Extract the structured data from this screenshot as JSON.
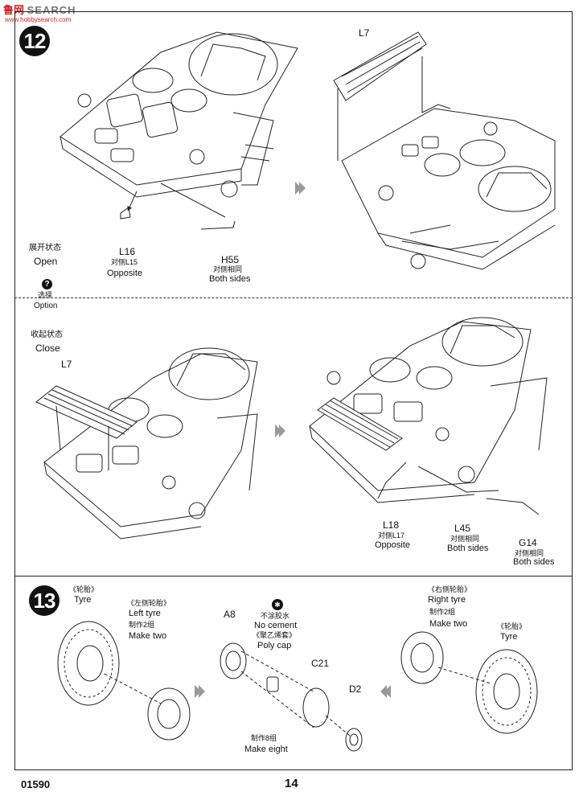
{
  "watermark": {
    "brand": "鲁网",
    "search": "SEARCH",
    "url": "www.hobbysearch.com"
  },
  "step12": {
    "number": "12",
    "open_cn": "展开状态",
    "open_en": "Open",
    "option_cn": "选择",
    "option_en": "Option",
    "close_cn": "收起状态",
    "close_en": "Close",
    "top_left": {
      "l16": "L16",
      "l16_cn": "对侧L15",
      "l16_en": "Opposite",
      "h55": "H55",
      "h55_cn": "对侧相同",
      "h55_en": "Both sides"
    },
    "top_right": {
      "l7": "L7"
    },
    "bottom_left": {
      "l7": "L7"
    },
    "bottom_right": {
      "l18": "L18",
      "l18_cn": "对侧L17",
      "l18_en": "Opposite",
      "l45": "L45",
      "l45_cn": "对侧相同",
      "l45_en": "Both sides",
      "g14": "G14",
      "g14_cn": "对侧相同",
      "g14_en": "Both sides"
    }
  },
  "step13": {
    "number": "13",
    "tyre_left_cn": "《轮胎》",
    "tyre_left_en": "Tyre",
    "left_tyre_cn": "《左侧轮胎》",
    "left_tyre_en": "Left  tyre",
    "left_make_cn": "制作2组",
    "left_make_en": "Make two",
    "a8": "A8",
    "no_cement_cn": "不涂胶水",
    "no_cement_en": "No cement",
    "poly_cap_cn": "《聚乙烯套》",
    "poly_cap_en": "Poly cap",
    "c21": "C21",
    "d2": "D2",
    "make_eight_cn": "制作8组",
    "make_eight_en": "Make eight",
    "right_tyre_cn": "《右侧轮胎》",
    "right_tyre_en": "Right tyre",
    "right_make_cn": "制作2组",
    "right_make_en": "Make two",
    "tyre_right_cn": "《轮胎》",
    "tyre_right_en": "Tyre"
  },
  "footer": {
    "code": "01590",
    "page": "14"
  }
}
